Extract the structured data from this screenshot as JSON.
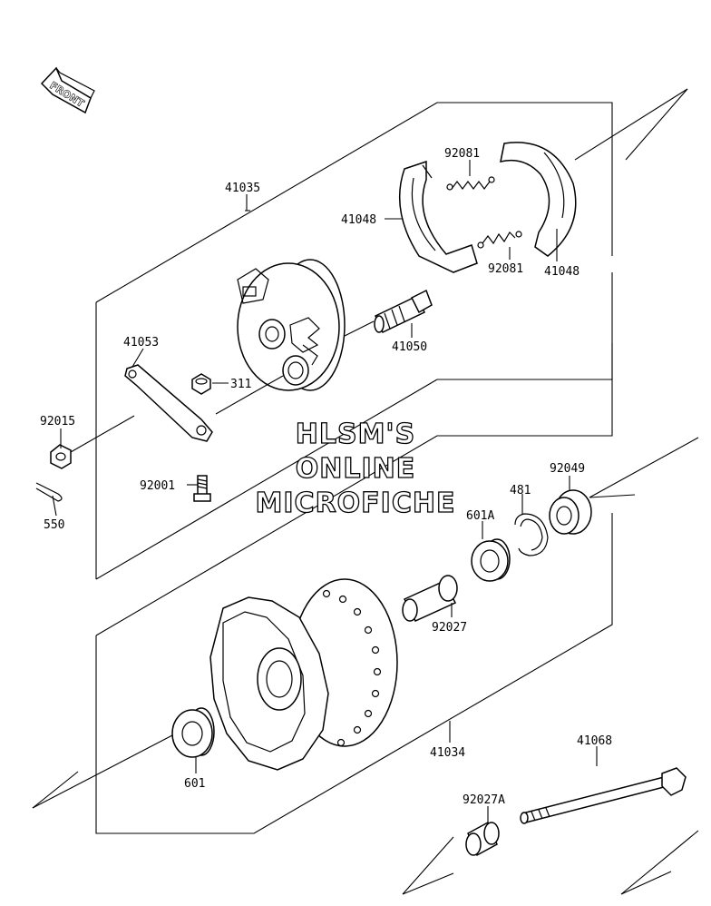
{
  "direction_marker": {
    "label": "FRONT"
  },
  "watermark": {
    "line1": "HLSM'S",
    "line2": "ONLINE",
    "line3": "MICROFICHE"
  },
  "labels": {
    "p41035": "41035",
    "p41048a": "41048",
    "p41048b": "41048",
    "p92081a": "92081",
    "p92081b": "92081",
    "p41050": "41050",
    "p41053": "41053",
    "p311": "311",
    "p92015": "92015",
    "p92001": "92001",
    "p550": "550",
    "p92049": "92049",
    "p481": "481",
    "p601A": "601A",
    "p92027": "92027",
    "p41034": "41034",
    "p601": "601",
    "p41068": "41068",
    "p92027A": "92027A"
  }
}
